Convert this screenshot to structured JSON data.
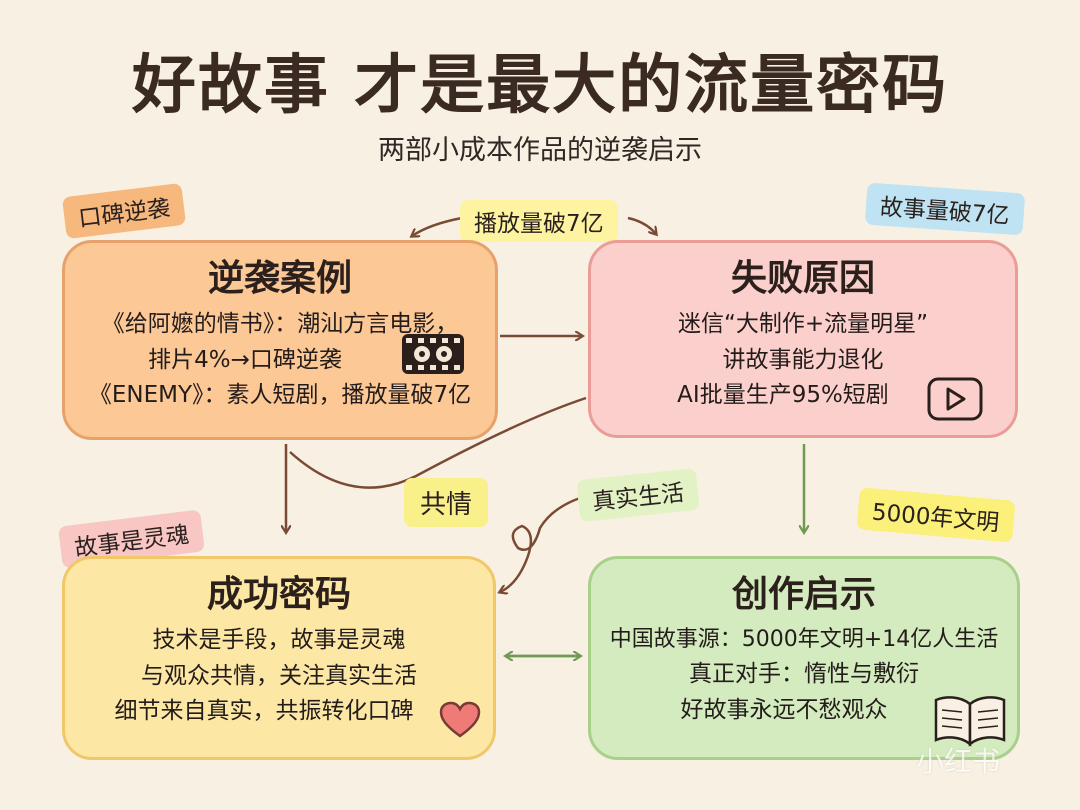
{
  "header": {
    "title": "好故事 才是最大的流量密码",
    "subtitle": "两部小成本作品的逆袭启示"
  },
  "tags": {
    "top_left": "口碑逆袭",
    "top_right": "故事量破7亿",
    "bottom_left": "故事是灵魂",
    "bottom_right": "5000年文明"
  },
  "connector_labels": {
    "top": "播放量破7亿",
    "middle_left": "共情",
    "middle_right": "真实生活"
  },
  "cards": {
    "top_left": {
      "title": "逆袭案例",
      "lines": [
        "《给阿嬷的情书》：潮汕方言电影，",
        "排片4%→口碑逆袭",
        "《ENEMY》：素人短剧，播放量破7亿"
      ]
    },
    "top_right": {
      "title": "失败原因",
      "lines": [
        "迷信“大制作+流量明星”",
        "讲故事能力退化",
        "AI批量生产95%短剧"
      ]
    },
    "bottom_left": {
      "title": "成功密码",
      "lines": [
        "技术是手段，故事是灵魂",
        "与观众共情，关注真实生活",
        "细节来自真实，共振转化口碑"
      ]
    },
    "bottom_right": {
      "title": "创作启示",
      "lines": [
        "中国故事源：5000年文明+14亿人生活",
        "真正对手：惰性与敷衍",
        "好故事永远不愁观众"
      ]
    }
  },
  "icons": {
    "film": "film-reel-icon",
    "play": "play-button-icon",
    "heart": "heart-icon",
    "book": "open-book-icon"
  },
  "colors": {
    "orange_card": "#fbc896",
    "pink_card": "#fbd0cc",
    "yellow_card": "#fde7a5",
    "green_card": "#d3ebbe",
    "arrow": "#7a4a35"
  },
  "watermark": "小红书"
}
